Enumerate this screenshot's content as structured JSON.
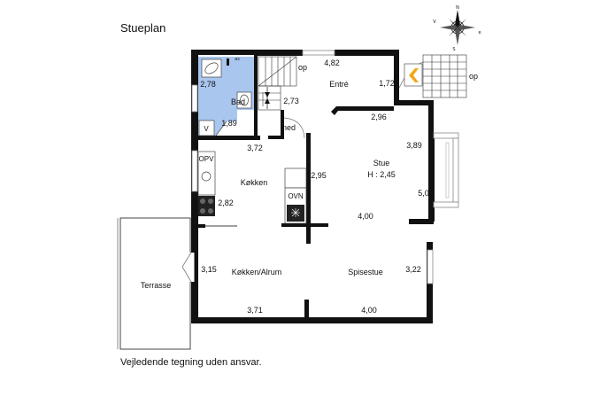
{
  "title": "Stueplan",
  "disclaimer": "Vejledende tegning uden ansvar.",
  "compass": {
    "n": "N",
    "e": "e",
    "s": "S",
    "w": "V"
  },
  "rooms": {
    "bad": "Bad",
    "entre": "Entré",
    "kokken": "Køkken",
    "stue": "Stue",
    "stue_height": "H : 2,45",
    "kokken_alrum": "Køkken/Alrum",
    "spisestue": "Spisestue",
    "terrasse": "Terrasse"
  },
  "fixtures": {
    "v": "V",
    "opv": "OPV",
    "ovn": "OVN",
    "wc_mark": "as"
  },
  "stairs": {
    "op_inner": "op",
    "ned": "ned",
    "op_outer": "op"
  },
  "dimensions": {
    "d_482": "4,82",
    "d_278": "2,78",
    "d_273": "2,73",
    "d_172": "1,72",
    "d_296": "2,96",
    "d_189": "1,89",
    "d_372": "3,72",
    "d_389": "3,89",
    "d_295": "2,95",
    "d_500": "5,00",
    "d_282": "2,82",
    "d_400_mid": "4,00",
    "d_315": "3,15",
    "d_322": "3,22",
    "d_371": "3,71",
    "d_400_bottom": "4,00"
  },
  "colors": {
    "wall": "#111111",
    "bathroom": "#a9c6ee",
    "entry_arrow": "#f0a818",
    "window": "#9a9a9a"
  }
}
